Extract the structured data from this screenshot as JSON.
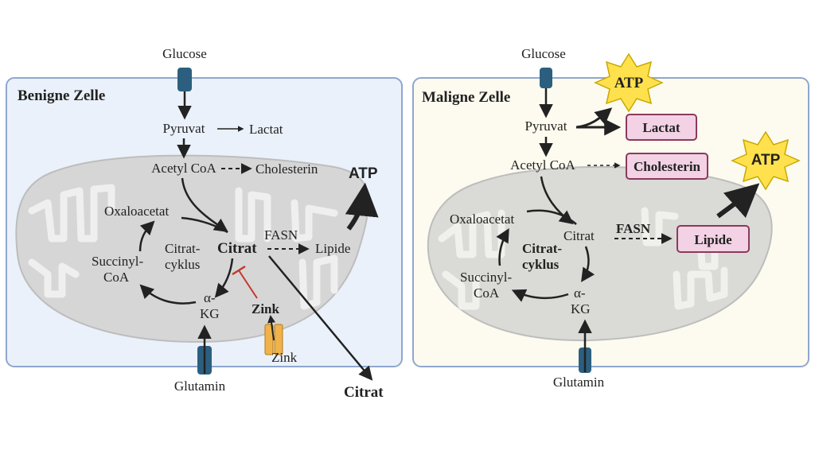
{
  "colors": {
    "benign_bg": "#eaf1fa",
    "malign_bg": "#fdfbef",
    "cell_border": "#8fa7cf",
    "mito_fill": "#d6d6d6",
    "mito_inner": "#e3e3e3",
    "transporter": "#2c5f7f",
    "zinc_channel": "#f0b24a",
    "inhibit": "#c0392b",
    "atp_star": "#ffe14d",
    "box_fill": "#f2d2e4",
    "box_border": "#8a3a5c",
    "arrow": "#222222"
  },
  "benign": {
    "title": "Benigne Zelle",
    "glucose": "Glucose",
    "pyruvat": "Pyruvat",
    "lactat": "Lactat",
    "acetyl_coa": "Acetyl CoA",
    "cholesterin": "Cholesterin",
    "atp": "ATP",
    "oxaloacetat": "Oxaloacetat",
    "citrat": "Citrat",
    "fasn": "FASN",
    "lipide": "Lipide",
    "cycle_line1": "Citrat-",
    "cycle_line2": "cyklus",
    "succinyl_line1": "Succinyl-",
    "succinyl_line2": "CoA",
    "akg_line1": "α-",
    "akg_line2": "KG",
    "zink_inner": "Zink",
    "zink_outer": "Zink",
    "glutamin": "Glutamin",
    "citrat_out": "Citrat"
  },
  "malign": {
    "title": "Maligne Zelle",
    "glucose": "Glucose",
    "atp_top": "ATP",
    "pyruvat": "Pyruvat",
    "lactat": "Lactat",
    "acetyl_coa": "Acetyl CoA",
    "cholesterin": "Cholesterin",
    "atp_right": "ATP",
    "oxaloacetat": "Oxaloacetat",
    "citrat": "Citrat",
    "fasn": "FASN",
    "lipide": "Lipide",
    "cycle_line1": "Citrat-",
    "cycle_line2": "cyklus",
    "succinyl_line1": "Succinyl-",
    "succinyl_line2": "CoA",
    "akg_line1": "α-",
    "akg_line2": "KG",
    "glutamin": "Glutamin"
  }
}
